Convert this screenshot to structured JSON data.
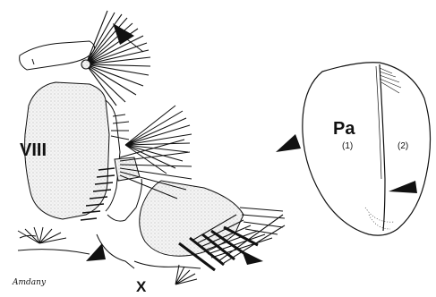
{
  "labels": {
    "segment_viii": "VIII",
    "segment_x": "X",
    "paddle": "Pa",
    "region_1": "(1)",
    "region_2": "(2)"
  },
  "colors": {
    "ink": "#111111",
    "stipple_fill": "#e9e9e9",
    "background": "#ffffff"
  },
  "artist_signature": "Amdany"
}
